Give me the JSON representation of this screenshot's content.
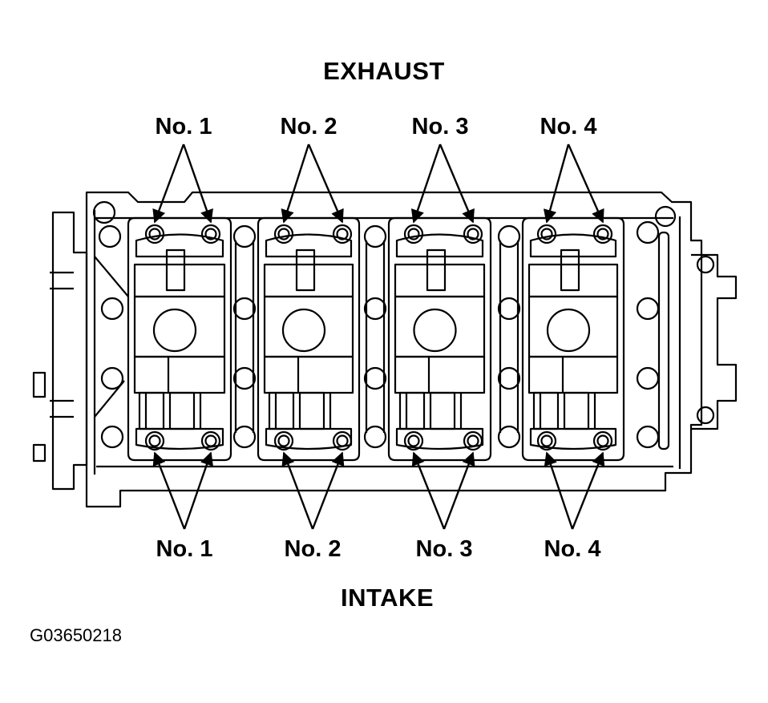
{
  "top_heading": "EXHAUST",
  "bottom_heading": "INTAKE",
  "figure_code": "G03650218",
  "exhaust_labels": [
    "No. 1",
    "No. 2",
    "No. 3",
    "No. 4"
  ],
  "intake_labels": [
    "No. 1",
    "No. 2",
    "No. 3",
    "No. 4"
  ]
}
